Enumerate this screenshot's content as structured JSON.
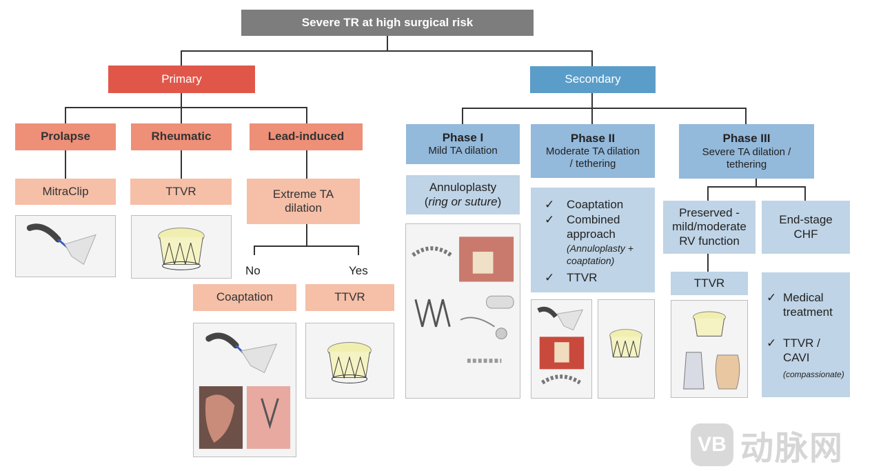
{
  "root": "Severe TR at high surgical risk",
  "primary": {
    "label": "Primary",
    "prolapse": "Prolapse",
    "rheumatic": "Rheumatic",
    "lead": "Lead-induced",
    "mitraclip": "MitraClip",
    "ttvr1": "TTVR",
    "extreme": "Extreme TA dilation",
    "no": "No",
    "yes": "Yes",
    "coaptation": "Coaptation",
    "ttvr2": "TTVR"
  },
  "secondary": {
    "label": "Secondary",
    "phase1_title": "Phase I",
    "phase1_sub": "Mild TA dilation",
    "phase2_title": "Phase II",
    "phase2_sub": "Moderate TA dilation / tethering",
    "phase3_title": "Phase III",
    "phase3_sub": "Severe TA dilation / tethering",
    "annulo_main": "Annuloplasty",
    "annulo_sub": "ring or suture",
    "p2_items": [
      "Coaptation",
      "Combined approach",
      "(Annuloplasty + coaptation)",
      "TTVR"
    ],
    "preserved": "Preserved - mild/moderate RV function",
    "endstage": "End-stage CHF",
    "ttvr3": "TTVR",
    "endstage_items": [
      "Medical treatment",
      "TTVR / CAVI",
      "(compassionate)"
    ]
  },
  "check": "✓",
  "watermark": "动脉网",
  "watermark_logo": "VB"
}
